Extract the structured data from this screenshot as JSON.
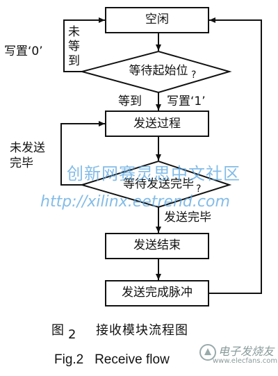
{
  "nodes": {
    "idle": "空闲",
    "wait_start": "等待起始位",
    "send_process": "发送过程",
    "wait_send_done": "等待发送完毕",
    "send_end": "发送结束",
    "send_done_pulse": "发送完成脉冲"
  },
  "labels": {
    "write0": "写置‘0’",
    "not_arrived": "未\n等\n到",
    "arrived": "等到",
    "write1": "写置‘1’",
    "not_sent_done": "未发送\n完毕",
    "sent_done": "发送完毕",
    "q1": "?",
    "q2": "?"
  },
  "caption": {
    "fig_cn_prefix": "图",
    "fig_cn_num": "2",
    "fig_cn_title": "接收模块流程图",
    "fig_en": "Fig.2   Receive flow"
  },
  "watermarks": {
    "cn_community": "创新网赛灵思中文社区",
    "url": "http://xilinx.eetrend.com",
    "logo_text": "电子发烧友",
    "logo_url": "www.elecfans.com"
  }
}
